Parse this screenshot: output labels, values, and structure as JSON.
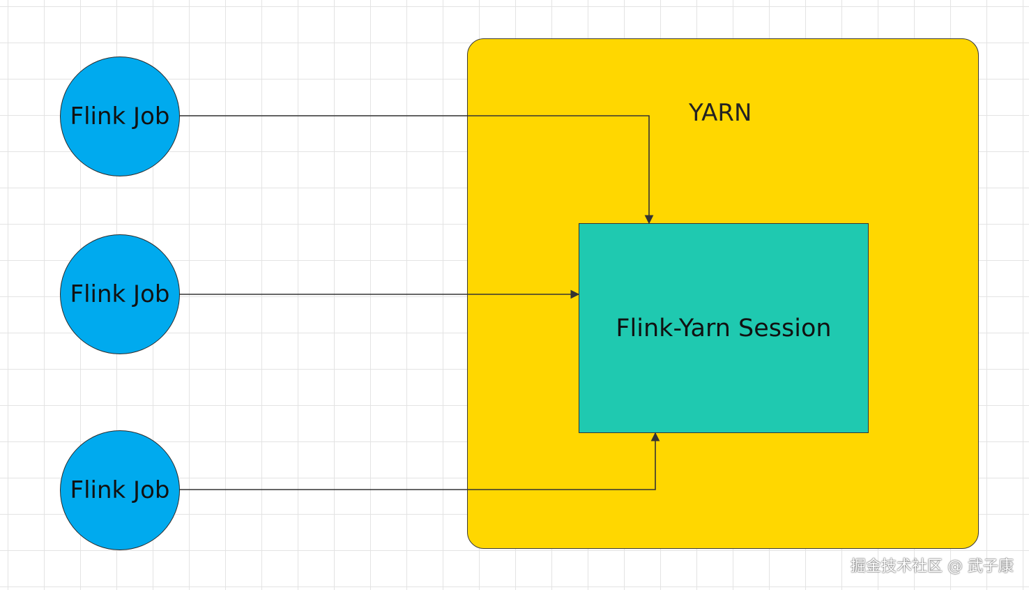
{
  "diagram": {
    "container": {
      "label": "YARN",
      "fill": "#ffd700"
    },
    "session": {
      "label": "Flink-Yarn Session",
      "fill": "#1fc9b0"
    },
    "jobs": [
      {
        "label": "Flink Job"
      },
      {
        "label": "Flink Job"
      },
      {
        "label": "Flink Job"
      }
    ],
    "job_fill": "#00aaee",
    "edges": [
      {
        "from": "jobs.0",
        "to": "session",
        "arrow": "down-into-top"
      },
      {
        "from": "jobs.1",
        "to": "session",
        "arrow": "right-into-left"
      },
      {
        "from": "jobs.2",
        "to": "session",
        "arrow": "up-into-bottom"
      }
    ]
  },
  "watermark": {
    "text": "掘金技术社区 @ 武子康"
  }
}
